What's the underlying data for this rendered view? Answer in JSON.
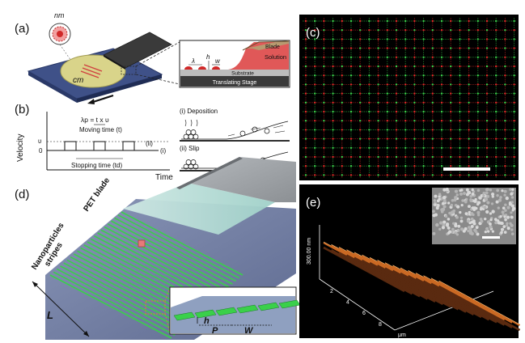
{
  "panels": {
    "a": {
      "label": "(a)",
      "nm": "nm",
      "cm": "cm",
      "inset": {
        "lambda": "λ",
        "h": "h",
        "w": "w",
        "blade": "Blade",
        "solution": "Solution",
        "substrate": "Substrate",
        "stage": "Translating Stage"
      }
    },
    "b": {
      "label": "(b)",
      "formula": "λp = t x υ",
      "moving": "Moving time (t)",
      "stopping": "Stopping time (td)",
      "ylabel": "Velocity",
      "xlabel": "Time",
      "y_upsilon": "υ",
      "y_zero": "0",
      "curve_ii": "(ii)",
      "curve_i": "(i)",
      "deposition": "(i) Deposition",
      "slip": "(ii) Slip"
    },
    "c": {
      "label": "(c)"
    },
    "d": {
      "label": "(d)",
      "pet": "PET blade",
      "nano1": "Nanoparticles",
      "nano2": "stripes",
      "L": "L",
      "h": "h",
      "P": "P",
      "W": "W"
    },
    "e": {
      "label": "(e)",
      "zlabel": "300.00 nm",
      "ticks": [
        "2",
        "4",
        "6",
        "8"
      ],
      "unit": "μm"
    }
  },
  "colors": {
    "stripe_red": "#e02828",
    "stripe_green": "#3ad04a",
    "afm_orange": "#c8641e",
    "substrate_blue": "#44588c",
    "wafer_yellow": "#d9d48a",
    "solution_red": "#e05858",
    "blade_tan": "#b89a70"
  }
}
